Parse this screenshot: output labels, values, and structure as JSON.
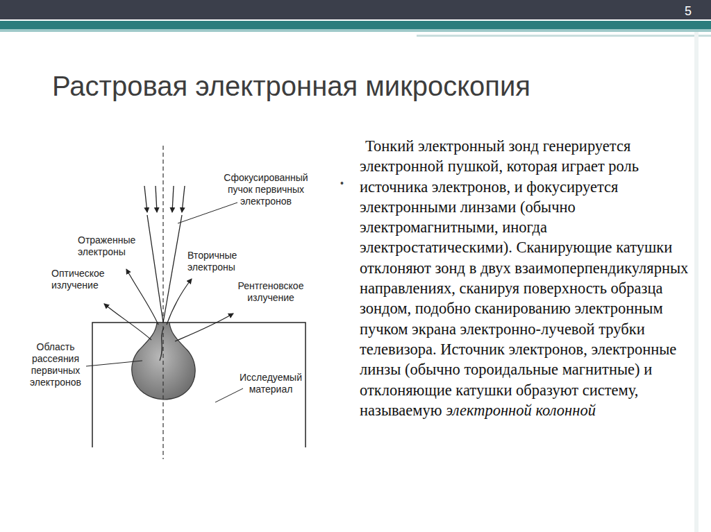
{
  "diagram": {
    "title": "Растровая электронная микроскопия",
    "labels": [
      "5",
      "Сфокусированный пучок первичных электронов",
      "Отраженные электроны",
      "Вторичные электроны",
      "Оптическое излучение",
      "Рентгеновское излучение",
      "Область рассеяния первичных электронов",
      "Исследуемый материал",
      "Тонкий электронный зонд генерируется электронной пушкой, которая играет роль источника электронов, и фокусируется электронными линзами (обычно электромагнитными, иногда электростатическими). Сканирующие катушки отклоняют зонд в двух взаимоперпендикулярных направлениях, сканируя поверхность образца зондом, подобно сканированию электронным пучком экрана электронно-лучевой трубки телевизора. Источник электронов, электронные линзы (обычно тороидальные магнитные) и отклоняющие катушки образуют систему, называемую",
      "электронной колонной",
      "•"
    ]
  }
}
